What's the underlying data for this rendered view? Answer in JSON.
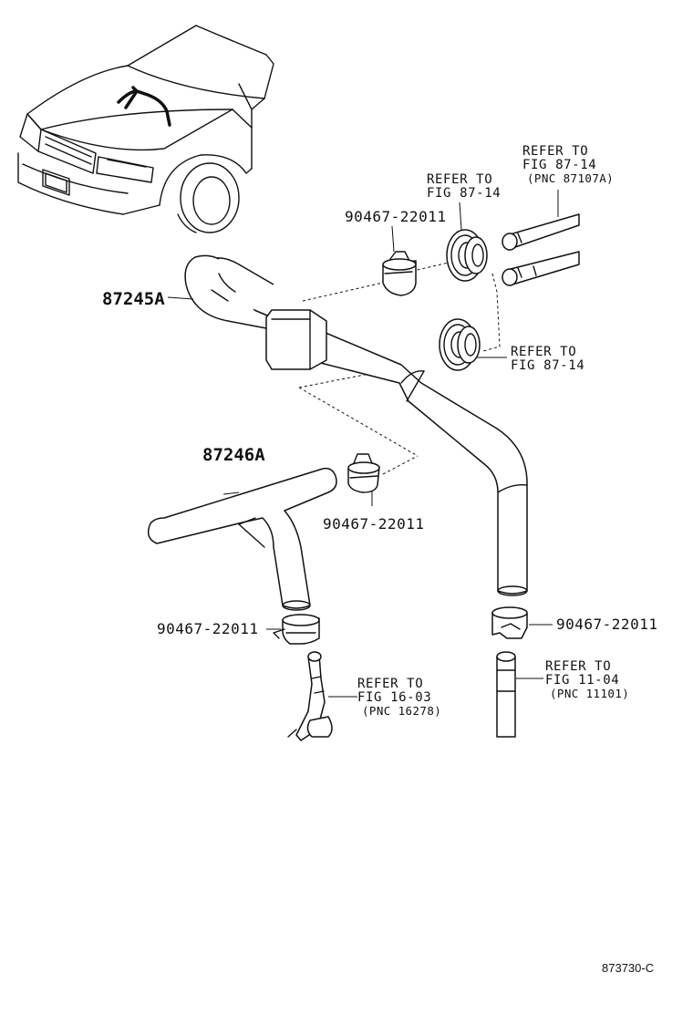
{
  "parts": {
    "hose_upper": "87245A",
    "hose_lower": "87246A",
    "clamp_top": "90467-22011",
    "clamp_mid": "90467-22011",
    "clamp_left": "90467-22011",
    "clamp_right": "90467-22011"
  },
  "references": {
    "grommet_top": {
      "line1": "REFER TO",
      "line2": "FIG 87-14"
    },
    "pipe_top": {
      "line1": "REFER TO",
      "line2": "FIG 87-14",
      "line3": "(PNC 87107A)"
    },
    "grommet_mid": {
      "line1": "REFER TO",
      "line2": "FIG 87-14"
    },
    "pipe_left": {
      "line1": "REFER TO",
      "line2": "FIG 16-03",
      "line3": "(PNC 16278)"
    },
    "pipe_right": {
      "line1": "REFER TO",
      "line2": "FIG 11-04",
      "line3": "(PNC 11101)"
    }
  },
  "illustration_id": "873730-C"
}
